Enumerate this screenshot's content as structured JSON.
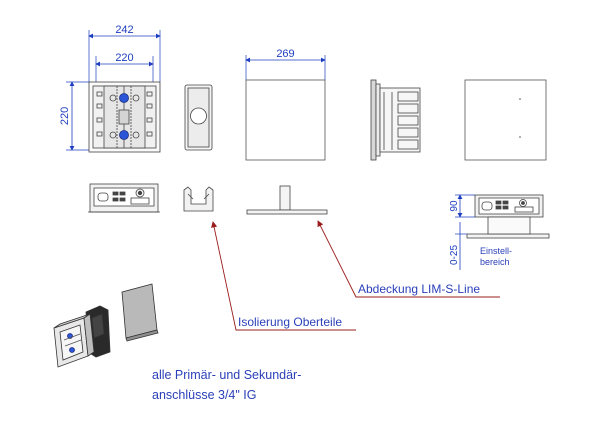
{
  "dimensions": {
    "box_outer_width": "242",
    "box_inner_width": "220",
    "box_height": "220",
    "cover_width": "269",
    "depth": "90",
    "adjust_range": "0-25"
  },
  "labels": {
    "einstell_line1": "Einstell-",
    "einstell_line2": "bereich",
    "abdeckung": "Abdeckung LIM-S-Line",
    "isolierung": "Isolierung Oberteile"
  },
  "note": {
    "line1": "alle Primär- und Sekundär-",
    "line2": "anschlüsse 3/4\" IG"
  },
  "colors": {
    "dimension_blue": "#1f3fbf",
    "leader_red": "#9b1c1c",
    "line_gray": "#555555"
  }
}
